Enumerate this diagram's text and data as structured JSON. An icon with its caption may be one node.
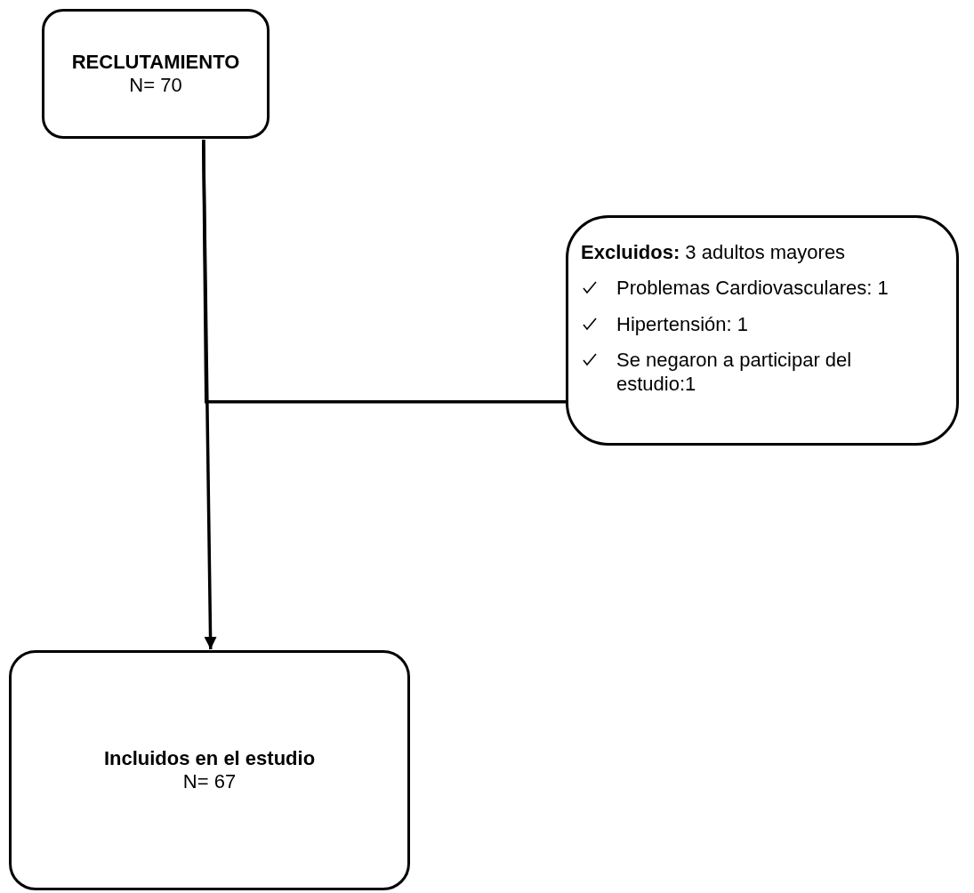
{
  "diagram": {
    "nodes": [
      {
        "text": [
          "RECLUTAMIENTO",
          "N= 70"
        ]
      },
      {
        "text": [
          "**Excluidos:** 3 adultos mayores",
          "Problemas Cardiovasculares: 1",
          "Hipertensión: 1",
          "Se negaron a participar del estudio:1"
        ]
      },
      {
        "text": [
          "Incluidos en el estudio",
          "N= 67"
        ]
      }
    ],
    "edges": [
      {
        "from": 0,
        "to": 2,
        "arrow": "to"
      },
      {
        "from": 0,
        "to": 1,
        "arrow": "none"
      }
    ]
  }
}
